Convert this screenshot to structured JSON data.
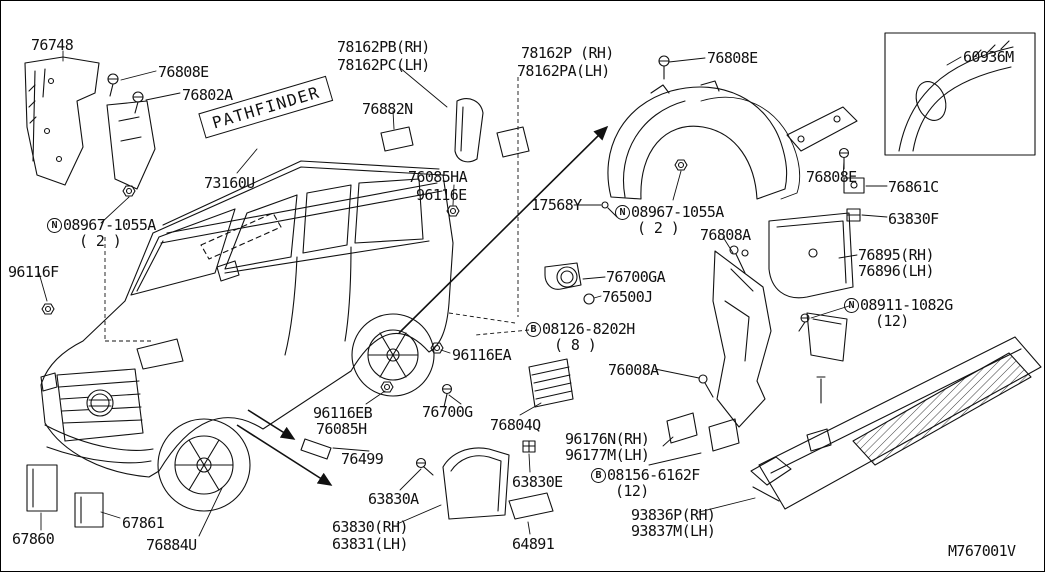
{
  "diagram": {
    "code": "M767001V",
    "badge": "PATHFINDER",
    "colors": {
      "ink": "#111111",
      "background": "#ffffff"
    },
    "labels": [
      "76748",
      "76808E",
      "76802A",
      "73160U",
      "78162PB(RH)",
      "78162PC(LH)",
      "76882N",
      "78162P (RH)",
      "78162PA(LH)",
      "76808E",
      "60936M",
      "76085HA",
      "96116E",
      "17568Y",
      "76808A",
      "76808E",
      "76861C",
      "63830F",
      "76895(RH)",
      "76896(LH)",
      "96116F",
      "76700GA",
      "76500J",
      "96116EA",
      "76008A",
      "96116EB",
      "76085H",
      "76700G",
      "76804Q",
      "96176N(RH)",
      "96177M(LH)",
      "76499",
      "63830A",
      "63830E",
      "63830(RH)",
      "63831(LH)",
      "64891",
      "67861",
      "67860",
      "76884U",
      "93836P(RH)",
      "93837M(LH)",
      "M767001V"
    ],
    "fasteners": [
      {
        "letter": "N",
        "number": "08967-1055A",
        "qty": "( 2 )"
      },
      {
        "letter": "N",
        "number": "08967-1055A",
        "qty": "( 2 )"
      },
      {
        "letter": "N",
        "number": "08911-1082G",
        "qty": "(12)"
      },
      {
        "letter": "B",
        "number": "08126-8202H",
        "qty": "( 8 )"
      },
      {
        "letter": "B",
        "number": "08156-6162F",
        "qty": "(12)"
      }
    ]
  }
}
